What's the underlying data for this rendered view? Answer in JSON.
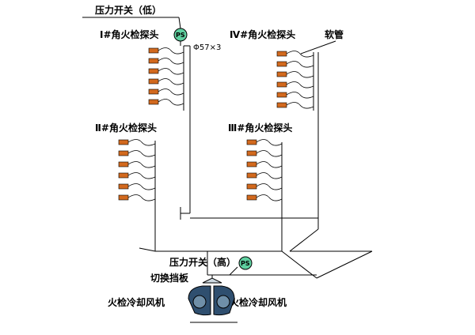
{
  "labels": {
    "pressure_switch_low": "压力开关（低）",
    "corner1_probe": "Ⅰ#角火检探头",
    "corner2_probe": "Ⅱ#角火检探头",
    "corner3_probe": "Ⅲ#角火检探头",
    "corner4_probe": "Ⅳ#角火检探头",
    "pipe_spec": "Φ57×3",
    "hose": "软管",
    "pressure_switch_high": "压力开关（高）",
    "switch_damper": "切换挡板",
    "fan_left": "火检冷却风机",
    "fan_right": "火检冷却风机",
    "ps_tag_1": "PS",
    "ps_tag_2": "PS"
  },
  "probe_groups": [
    {
      "name": "corner-1",
      "count": 6
    },
    {
      "name": "corner-4",
      "count": 6
    },
    {
      "name": "corner-2",
      "count": 6
    },
    {
      "name": "corner-3",
      "count": 6
    }
  ],
  "colors": {
    "probe": "#d2691e",
    "fan": "#2f4f6f",
    "pipe": "#000000"
  }
}
